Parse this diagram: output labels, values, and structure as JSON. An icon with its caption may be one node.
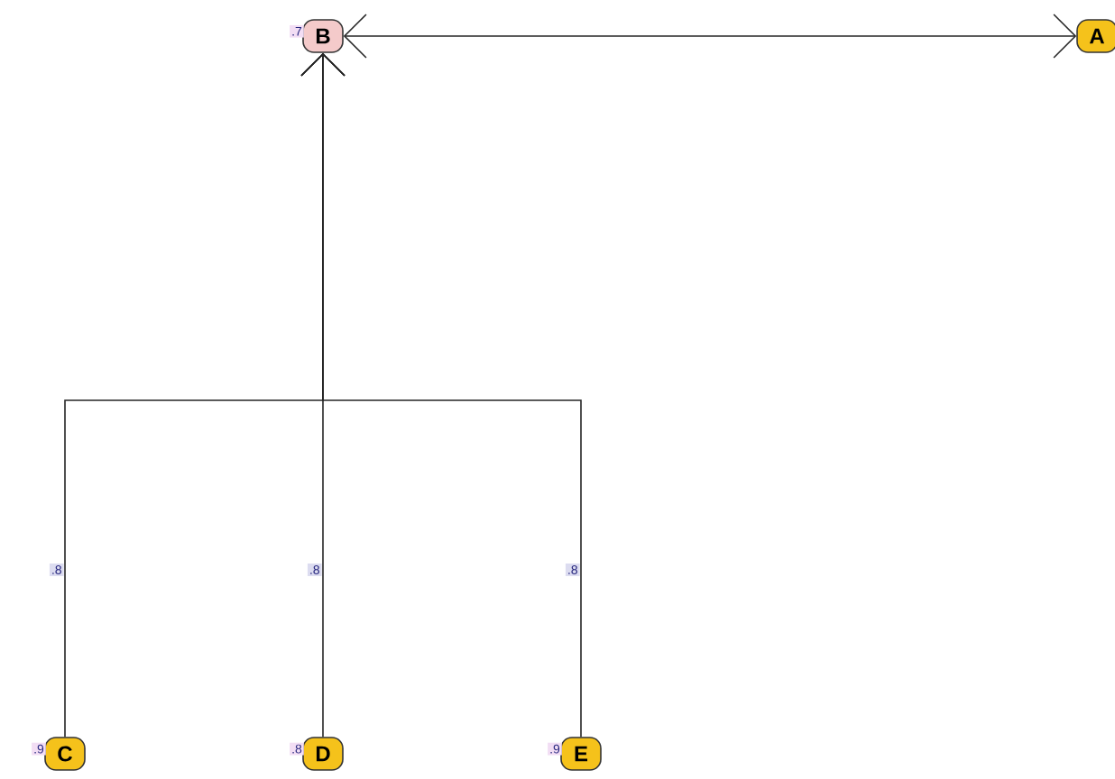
{
  "diagram": {
    "nodes": [
      {
        "text": [
          "B"
        ],
        "beside": [
          ".7"
        ]
      },
      {
        "text": [
          "A"
        ]
      },
      {
        "text": [
          "C"
        ],
        "beside": [
          ".9"
        ]
      },
      {
        "text": [
          "D"
        ],
        "beside": [
          ".8"
        ]
      },
      {
        "text": [
          "E"
        ],
        "beside": [
          ".9"
        ]
      }
    ],
    "edges": [
      {
        "from": 0,
        "to": 1,
        "arrow": "both"
      },
      {
        "from": 2,
        "to": 0,
        "arrow": "to",
        "label": ".8"
      },
      {
        "from": 3,
        "to": 0,
        "arrow": "to",
        "label": ".8"
      },
      {
        "from": 4,
        "to": 0,
        "arrow": "to",
        "label": ".8"
      }
    ]
  }
}
